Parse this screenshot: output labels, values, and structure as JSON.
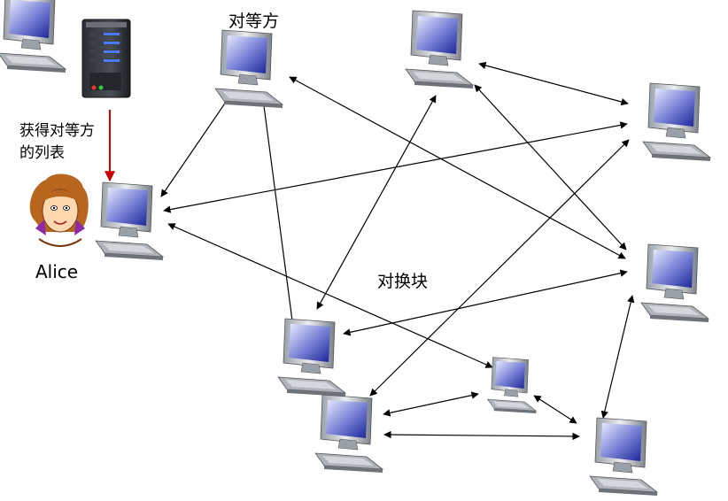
{
  "labels": {
    "peer": "对等方",
    "chunk_exchange": "对换块",
    "alice": "Alice",
    "get_list_line1": "获得对等方",
    "get_list_line2": "的列表"
  },
  "colors": {
    "arrow": "#000000",
    "server_request_arrow": "#cc0000"
  },
  "icons": {
    "server": "tracker-server-icon",
    "user": "alice-avatar-icon",
    "peer": "computer-icon"
  }
}
